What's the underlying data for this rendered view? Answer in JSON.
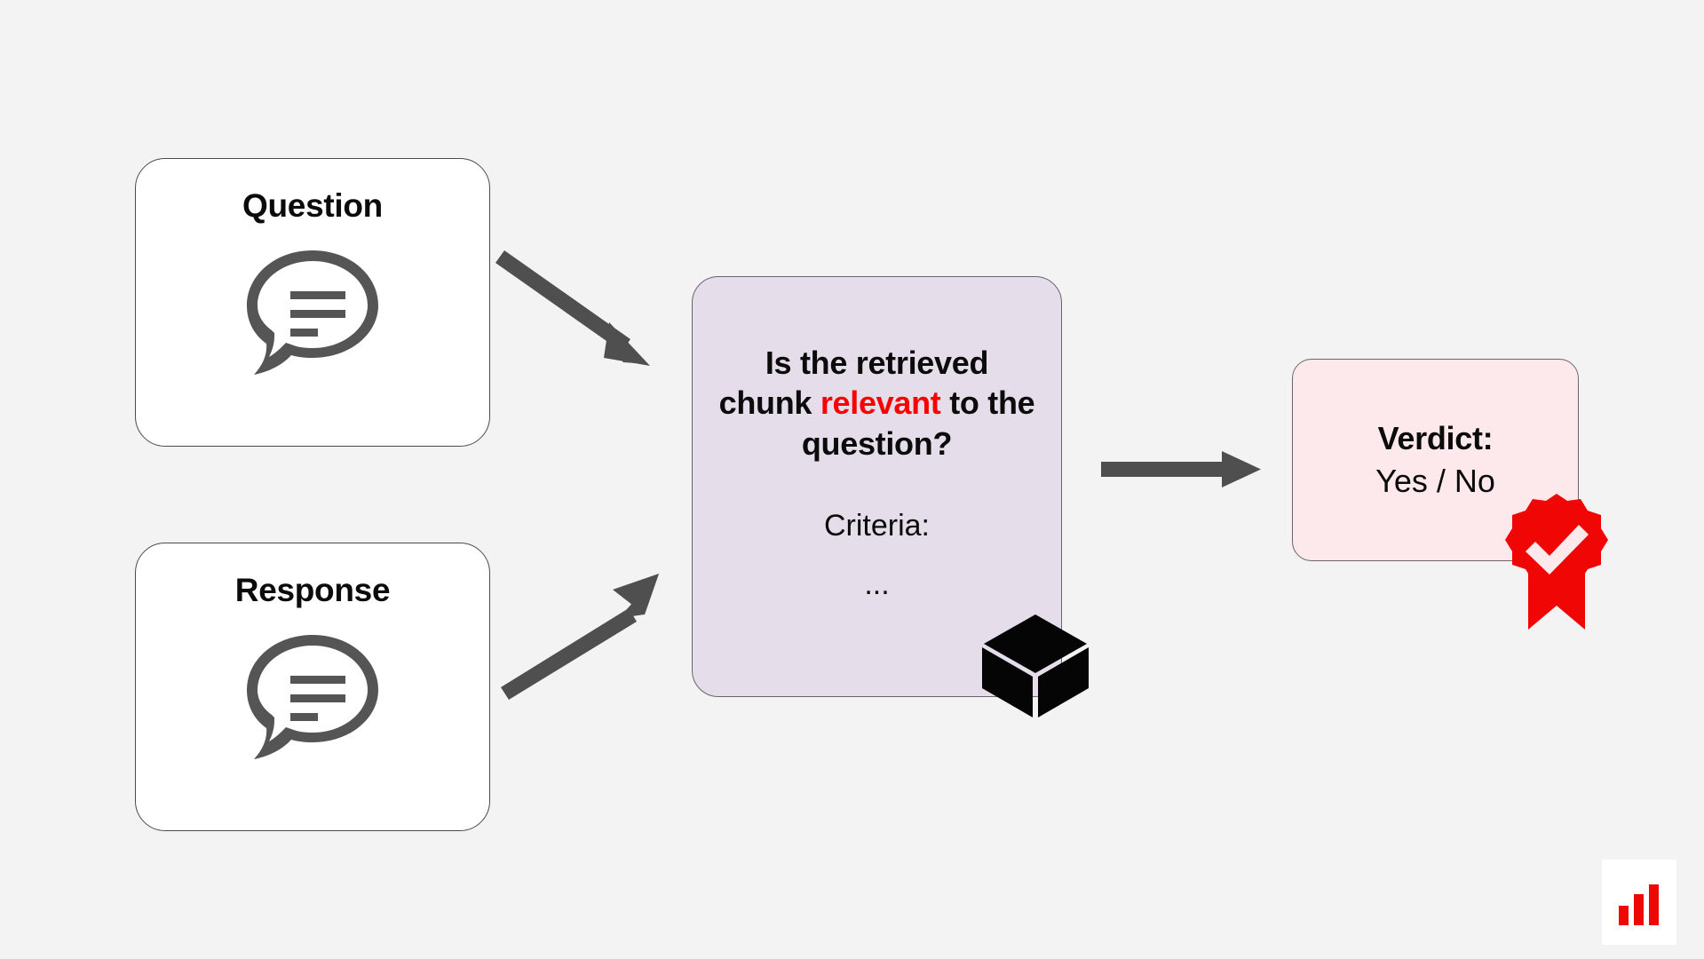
{
  "diagram": {
    "title": "Contextual Relevancy LLM-Judge Flow",
    "background_color": "#f3f3f3",
    "accent_red": "#fb0000",
    "judge_fill": "#e5ddea",
    "verdict_fill": "#fde9ec",
    "arrow_color": "#4f4f4f"
  },
  "inputs": [
    {
      "id": "question",
      "label": "Question",
      "icon": "speech-bubble-icon"
    },
    {
      "id": "response",
      "label": "Response",
      "icon": "speech-bubble-icon"
    }
  ],
  "judge": {
    "question_prefix": "Is the retrieved chunk ",
    "question_highlight": "relevant",
    "question_suffix": " to the question?",
    "criteria_label": "Criteria:",
    "criteria_ellipsis": "...",
    "icon": "cube-icon"
  },
  "verdict": {
    "title": "Verdict:",
    "value": "Yes / No",
    "icon": "award-badge-icon"
  },
  "arrows": [
    {
      "id": "question-to-judge",
      "from": "question",
      "to": "judge",
      "direction": "down-right"
    },
    {
      "id": "response-to-judge",
      "from": "response",
      "to": "judge",
      "direction": "up-right"
    },
    {
      "id": "judge-to-verdict",
      "from": "judge",
      "to": "verdict",
      "direction": "right"
    }
  ],
  "brand": {
    "logo_icon": "bar-chart-logo",
    "bar_color": "#f10606",
    "bar_heights": [
      40,
      62,
      80
    ]
  }
}
